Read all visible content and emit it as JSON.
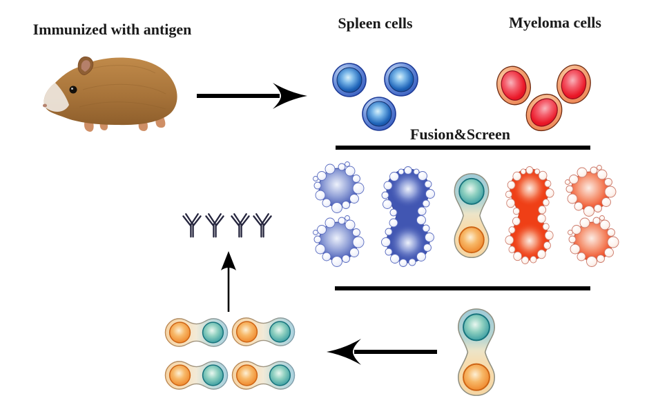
{
  "diagram": {
    "immunized_label": "Immunized with antigen",
    "spleen_label": "Spleen cells",
    "myeloma_label": "Myeloma cells",
    "fusion_label": "Fusion&Screen",
    "colors": {
      "background": "#ffffff",
      "spleen_cell_blue": "#1d5cb4",
      "myeloma_cell_red": "#e8192c",
      "myeloma_rim_orange": "#f4a577",
      "apoptotic_blue": "#4156b2",
      "apoptotic_red": "#ef3f16",
      "hybridoma_teal": "#2b949c",
      "hybridoma_orange": "#ee7e20",
      "antibody_navy": "#26263e",
      "arrow_and_line": "#000000",
      "animal_fur_brown": "#a8743a"
    },
    "counts": {
      "spleen_cells": 3,
      "myeloma_cells": 3,
      "apoptotic_spleen_cells": 2,
      "apoptotic_myeloma_cells": 2,
      "fused_dying_cells": 2,
      "hybridoma_clones": 4,
      "antibodies": 4
    },
    "icons": {
      "animal": "hamster-image",
      "flow": [
        "arrow-right-icon",
        "arrow-left-icon",
        "arrow-up-icon"
      ],
      "antibody": "antibody-y-icon"
    }
  }
}
